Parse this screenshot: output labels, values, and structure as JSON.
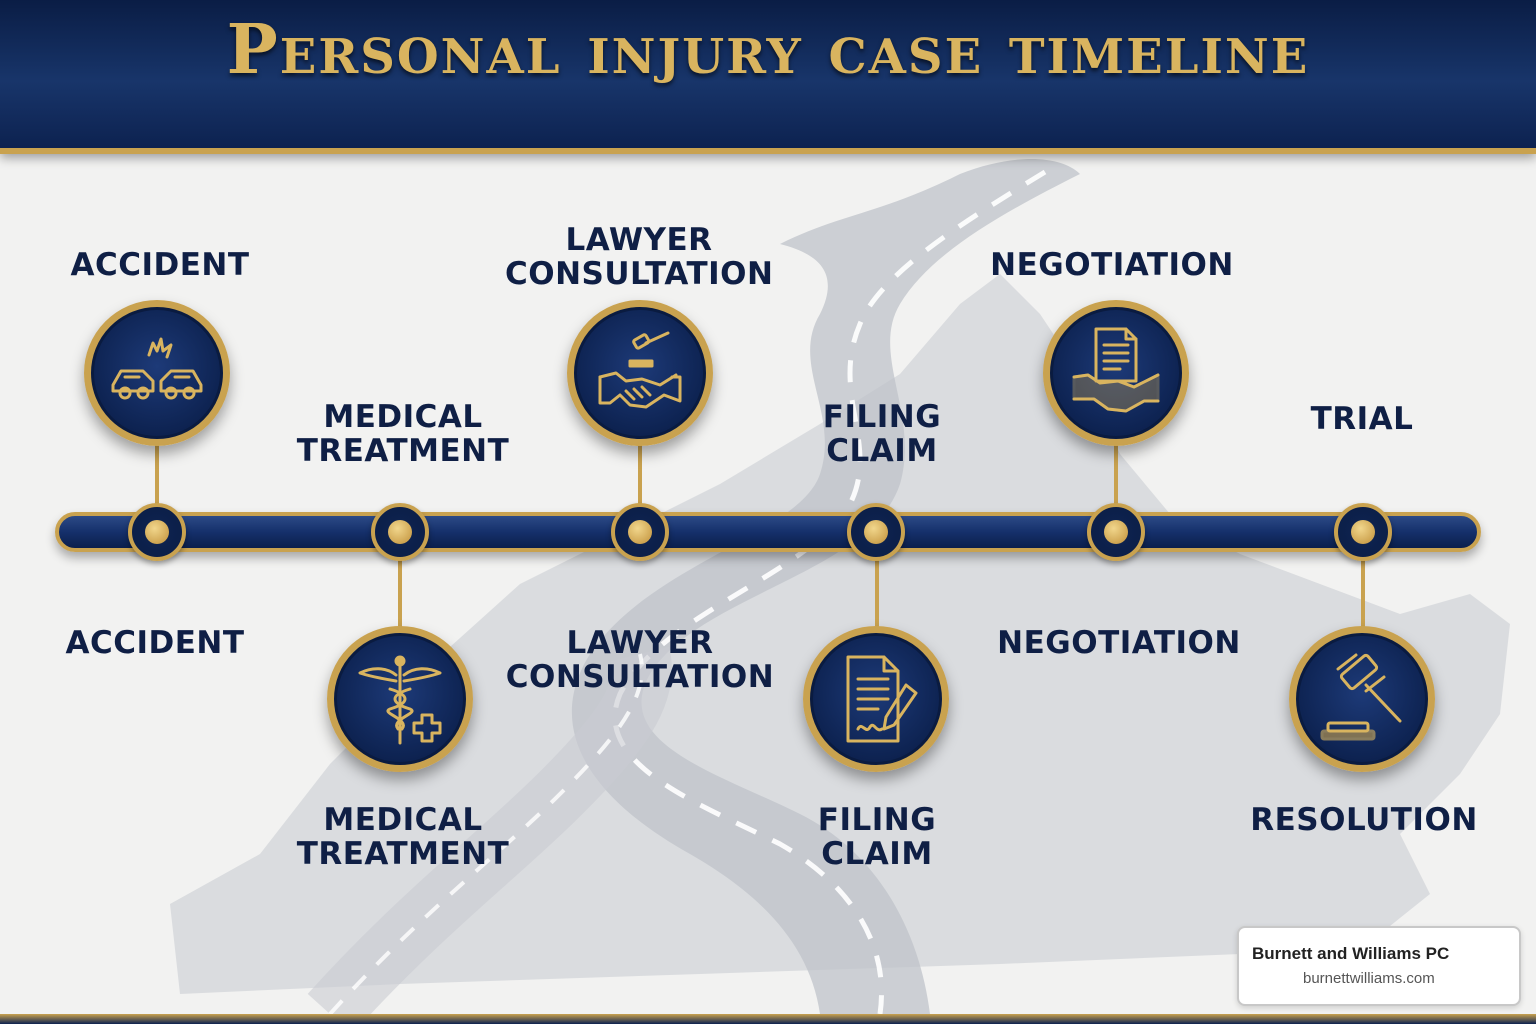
{
  "header": {
    "title": "Personal injury case timeline"
  },
  "colors": {
    "navy": "#0d2250",
    "gold": "#c9a24f",
    "text": "#0f1f45",
    "background": "#f2f2f1"
  },
  "top_labels": {
    "accident": [
      "ACCIDENT"
    ],
    "medical": [
      "MEDICAL",
      "TREATMENT"
    ],
    "lawyer": [
      "LAWYER",
      "CONSULTATION"
    ],
    "filing": [
      "FILING",
      "CLAIM"
    ],
    "negotiation": [
      "NEGOTIATION"
    ],
    "trial": [
      "TRIAL"
    ]
  },
  "bottom_labels": {
    "accident": [
      "ACCIDENT"
    ],
    "lawyer": [
      "LAWYER",
      "CONSULTATION"
    ],
    "negotiation": [
      "NEGOTIATION"
    ],
    "medical": [
      "MEDICAL",
      "TREATMENT"
    ],
    "filing": [
      "FILING",
      "CLAIM"
    ],
    "resolution": [
      "RESOLUTION"
    ]
  },
  "icons": {
    "accident": "car-crash-icon",
    "medical": "caduceus-icon",
    "lawyer": "gavel-handshake-icon",
    "filing": "document-signature-icon",
    "negotiation": "contract-handshake-icon",
    "resolution": "gavel-icon"
  },
  "firm": {
    "name": "Burnett and Williams PC",
    "url": "burnettwilliams.com"
  }
}
